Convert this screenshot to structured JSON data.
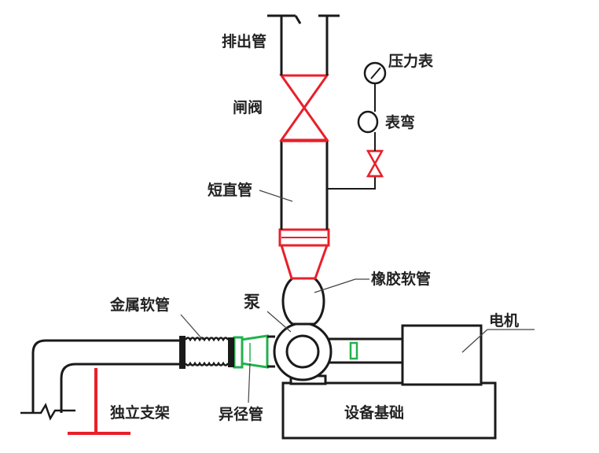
{
  "labels": {
    "discharge_pipe": "排出管",
    "gate_valve": "闸阀",
    "pressure_gauge": "压力表",
    "gauge_bend": "表弯",
    "short_straight_pipe": "短直管",
    "rubber_hose": "橡胶软管",
    "pump": "泵",
    "metal_hose": "金属软管",
    "motor": "电机",
    "independent_support": "独立支架",
    "reducer": "异径管",
    "equipment_foundation": "设备基础"
  },
  "colors": {
    "line": "#1a1a1a",
    "red": "#e8202a",
    "green": "#22b24c",
    "leader": "#444444",
    "text": "#222222"
  },
  "icons": [
    "pressure-gauge-icon",
    "gauge-bend-icon",
    "gate-valve-icon",
    "needle-valve-icon"
  ]
}
